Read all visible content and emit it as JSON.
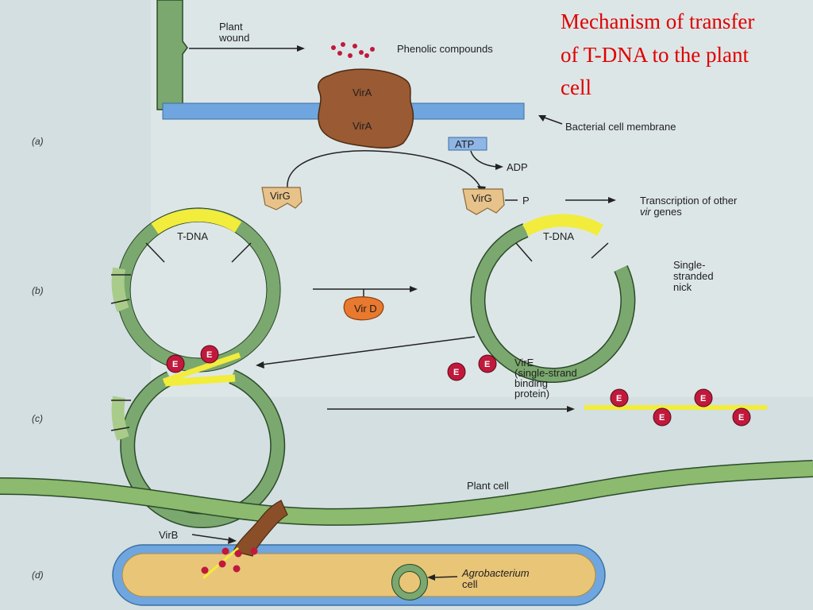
{
  "title": {
    "line1": "Mechanism of transfer",
    "line2": "of T-DNA to the plant",
    "line3": "cell"
  },
  "panels": {
    "a": "(a)",
    "b": "(b)",
    "c": "(c)",
    "d": "(d)"
  },
  "panel_a": {
    "plant_wound_1": "Plant",
    "plant_wound_2": "wound",
    "phenolic": "Phenolic compounds",
    "vira_top": "VirA",
    "vira_bottom": "VirA",
    "membrane": "Bacterial cell membrane",
    "atp": "ATP",
    "adp": "ADP",
    "virg": "VirG",
    "virg_p": "VirG",
    "p": "P",
    "transcription_1": "Transcription of other",
    "transcription_2_italic": "vir",
    "transcription_2_rest": " genes"
  },
  "panel_b": {
    "tdna_left": "T-DNA",
    "tdna_right": "T-DNA",
    "vird": "Vir D",
    "nick_1": "Single-",
    "nick_2": "stranded",
    "nick_3": "nick"
  },
  "panel_c": {
    "e_label": "E",
    "vire_1": "VirE",
    "vire_2": "(single-strand",
    "vire_3": "binding",
    "vire_4": "protein)"
  },
  "panel_d": {
    "plant_cell": "Plant cell",
    "virb": "VirB",
    "agro_italic": "Agrobacterium",
    "agro_cell": "cell"
  },
  "colors": {
    "title": "#e00000",
    "plasmid_green": "#7aa86e",
    "tdna_yellow": "#f2ec3c",
    "membrane_blue": "#6fa6df",
    "vira_brown": "#9a5a33",
    "virg_tan": "#e7c28a",
    "vird_orange": "#e8792e",
    "vire_red": "#c0193c"
  }
}
